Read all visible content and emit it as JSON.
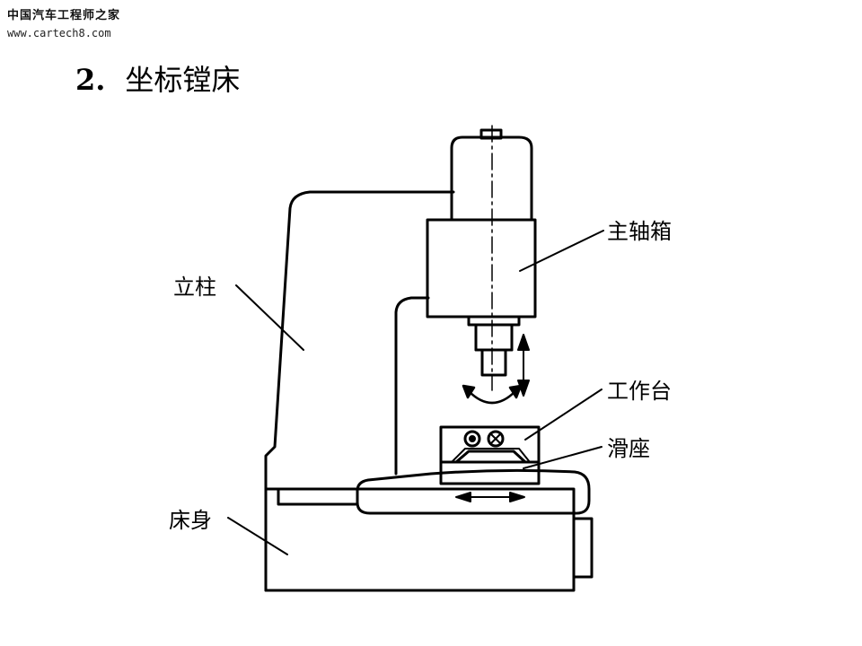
{
  "watermark": {
    "title": "中国汽车工程师之家",
    "url": "www.cartech8.com"
  },
  "heading": {
    "number": "2.",
    "title": "坐标镗床"
  },
  "labels": {
    "spindle_box": "主轴箱",
    "column": "立柱",
    "worktable": "工作台",
    "slide": "滑座",
    "bed": "床身"
  }
}
